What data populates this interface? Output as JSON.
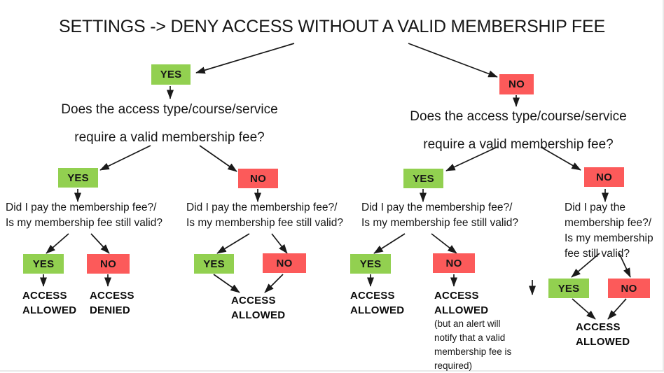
{
  "slide": {
    "title": "SETTINGS -> DENY ACCESS WITHOUT A VALID MEMBERSHIP FEE",
    "background": "#FFFFFF",
    "colors": {
      "yes_box": "#92D050",
      "no_box": "#FC5A5A",
      "text": "#161616",
      "arrow": "#1A1A1A"
    }
  },
  "labels": {
    "yes": "YES",
    "no": "NO",
    "question_line1": "Does the access type/course/service",
    "question_line2": "require a valid membership fee?",
    "subquestion_line1": "Did I pay the membership fee?/",
    "subquestion_line2": "Is my membership fee still valid?",
    "subquestion_wrapped": "Did I pay the membership fee?/ Is my membership fee still valid?",
    "access_allowed_l1": "ACCESS",
    "access_allowed_l2": "ALLOWED",
    "access_denied_l1": "ACCESS",
    "access_denied_l2": "DENIED",
    "alert_note": "(but an alert will notify that a valid membership fee is required)"
  },
  "nodes": {
    "root_yes": "YES",
    "root_no": "NO",
    "b1_yes": "YES",
    "b1_no": "NO",
    "b2_yes": "YES",
    "b2_no": "NO",
    "l1_yes": "YES",
    "l1_no": "NO",
    "l2_yes": "YES",
    "l2_no": "NO",
    "l3_yes": "YES",
    "l3_no": "NO",
    "l4_yes": "YES",
    "l4_no": "NO"
  },
  "outcomes": {
    "o1_l1": "ACCESS",
    "o1_l2": "ALLOWED",
    "o2_l1": "ACCESS",
    "o2_l2": "DENIED",
    "o3_l1": "ACCESS",
    "o3_l2": "ALLOWED",
    "o4_l1": "ACCESS",
    "o4_l2": "ALLOWED",
    "o5_l1": "ACCESS",
    "o5_l2": "ALLOWED",
    "o5_note": "(but an alert will notify that a valid membership fee is required)",
    "o6_l1": "ACCESS",
    "o6_l2": "ALLOWED"
  }
}
